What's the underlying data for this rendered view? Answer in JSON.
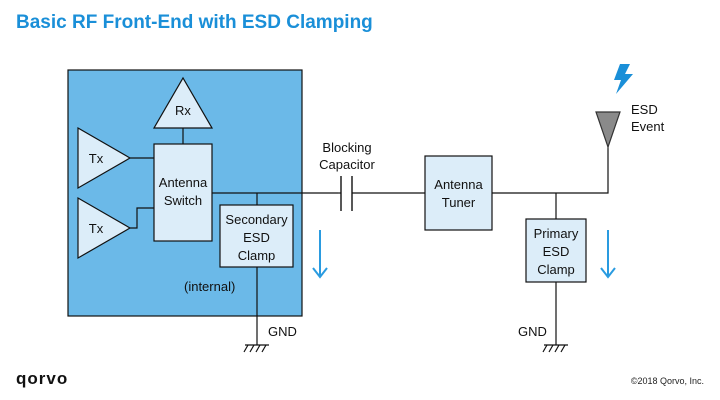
{
  "title": "Basic RF Front-End with ESD Clamping",
  "blocks": {
    "rx": "Rx",
    "tx_top": "Tx",
    "tx_bottom": "Tx",
    "antenna_switch": [
      "Antenna",
      "Switch"
    ],
    "secondary_clamp": [
      "Secondary",
      "ESD",
      "Clamp"
    ],
    "internal_note": "(internal)",
    "blocking_capacitor": [
      "Blocking",
      "Capacitor"
    ],
    "antenna_tuner": [
      "Antenna",
      "Tuner"
    ],
    "primary_clamp": [
      "Primary",
      "ESD",
      "Clamp"
    ],
    "esd_event": [
      "ESD",
      "Event"
    ],
    "gnd_left": "GND",
    "gnd_right": "GND"
  },
  "footer": {
    "logo": "qorvo",
    "copyright": "©2018 Qorvo, Inc."
  },
  "colors": {
    "title": "#1a8fd8",
    "module_fill": "#6bb9e8",
    "block_fill": "#dcedf9",
    "arrow": "#2a9be0",
    "bolt": "#1a8fd8",
    "antenna": "#8a8a8a",
    "line": "#111111"
  }
}
